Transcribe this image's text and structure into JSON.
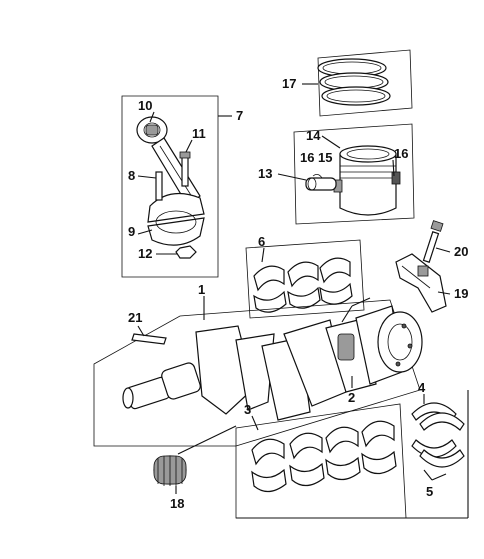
{
  "labels": {
    "l1": "1",
    "l2": "2",
    "l3": "3",
    "l4": "4",
    "l5": "5",
    "l6": "6",
    "l7": "7",
    "l8": "8",
    "l9": "9",
    "l10": "10",
    "l11": "11",
    "l12": "12",
    "l13": "13",
    "l14": "14",
    "l15": "15",
    "l16a": "16",
    "l16b": "16",
    "l17": "17",
    "l18": "18",
    "l19": "19",
    "l20": "20",
    "l21": "21"
  }
}
